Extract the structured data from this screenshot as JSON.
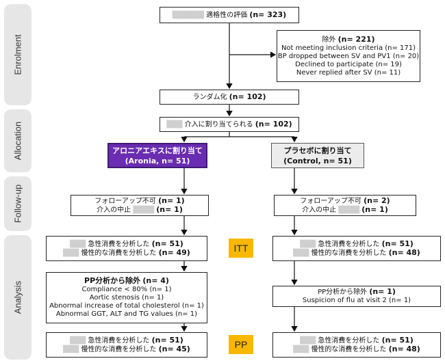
{
  "phases": {
    "enrolment": "Enrolment",
    "allocation": "Allocation",
    "followup": "Follow-up",
    "analysis": "Analysis"
  },
  "eligibility": {
    "label": "適格性の評価",
    "n": "(n= 323)"
  },
  "excluded": {
    "title": "除外",
    "n": "(n= 221)",
    "reasons": [
      "Not meeting inclusion criteria (n= 171)",
      "BP dropped between SV and PV1 (n= 20)",
      "Declined to participate (n= 19)",
      "Never replied after SV (n= 11)"
    ]
  },
  "randomized": {
    "label": "ランダム化",
    "n": "(n= 102)"
  },
  "allocated": {
    "label": "介入に割り当てられる",
    "n": "(n= 102)"
  },
  "arm_aronia": {
    "line1": "アロニアエキスに割り当て",
    "line2": "(Aronia, n= 51)"
  },
  "arm_control": {
    "line1": "プラセボに割り当て",
    "line2": "(Control, n= 51)"
  },
  "followup_aronia": {
    "lost_label": "フォローアップ不可",
    "lost_n": "(n= 1)",
    "disc_label": "介入の中止",
    "disc_n": "(n= 1)"
  },
  "followup_control": {
    "lost_label": "フォローアップ不可",
    "lost_n": "(n= 2)",
    "disc_label": "介入の中止",
    "disc_n": "(n= 1)"
  },
  "itt_aronia": {
    "acute_label": "急性消費を分析した",
    "acute_n": "(n= 51)",
    "chronic_label": "慢性的な消費を分析した",
    "chronic_n": "(n= 49)"
  },
  "itt_control": {
    "acute_label": "急性消費を分析した",
    "acute_n": "(n= 51)",
    "chronic_label": "慢性的な消費を分析した",
    "chronic_n": "(n= 48)"
  },
  "itt_tag": "ITT",
  "pp_excl_aronia": {
    "title": "PP分析から除外",
    "n": "(n= 4)",
    "reasons": [
      "Compliance < 80% (n= 1)",
      "Aortic stenosis (n= 1)",
      "Abnormal increase of total cholesterol (n= 1)",
      "Abnormal GGT, ALT and TG values (n= 1)"
    ]
  },
  "pp_excl_control": {
    "title": "PP分析から除外",
    "n": "(n= 1)",
    "reasons": [
      "Suspicion of flu at visit 2 (n= 1)"
    ]
  },
  "pp_aronia": {
    "acute_label": "急性消費を分析した",
    "acute_n": "(n= 51)",
    "chronic_label": "慢性的な消費を分析した",
    "chronic_n": "(n= 45)"
  },
  "pp_control": {
    "acute_label": "急性消費を分析した",
    "acute_n": "(n= 51)",
    "chronic_label": "慢性的な消費を分析した",
    "chronic_n": "(n= 48)"
  },
  "pp_tag": "PP",
  "colors": {
    "aronia_fill": "#6a2cb0",
    "control_fill": "#ececec",
    "tag_fill": "#f8b800",
    "phase_fill": "#e6e6e6"
  }
}
